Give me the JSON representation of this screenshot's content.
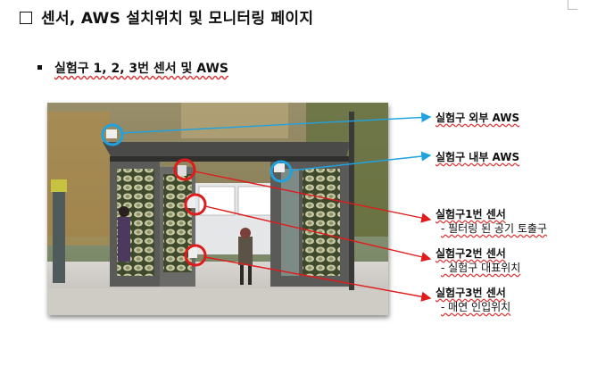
{
  "page": {
    "title_text": "센서, AWS 설치위치 및 모니터링 페이지",
    "bullet_text": "실험구 1, 2, 3번 센서 및 AWS"
  },
  "labels": {
    "outer_aws": "실험구 외부 AWS",
    "inner_aws": "실험구 내부 AWS",
    "sensor1_title": "실험구1번 센서",
    "sensor1_desc": "- 필터링 된 공기 토출구",
    "sensor2_title": "실험구2번 센서",
    "sensor2_desc": "- 실험구 대표위치",
    "sensor3_title": "실험구3번 센서",
    "sensor3_desc": "- 매연 인입위치"
  },
  "colors": {
    "aws_marker": "#1fa3e0",
    "sensor_marker": "#e01b1b",
    "spellcheck_underline": "#dd3333"
  }
}
